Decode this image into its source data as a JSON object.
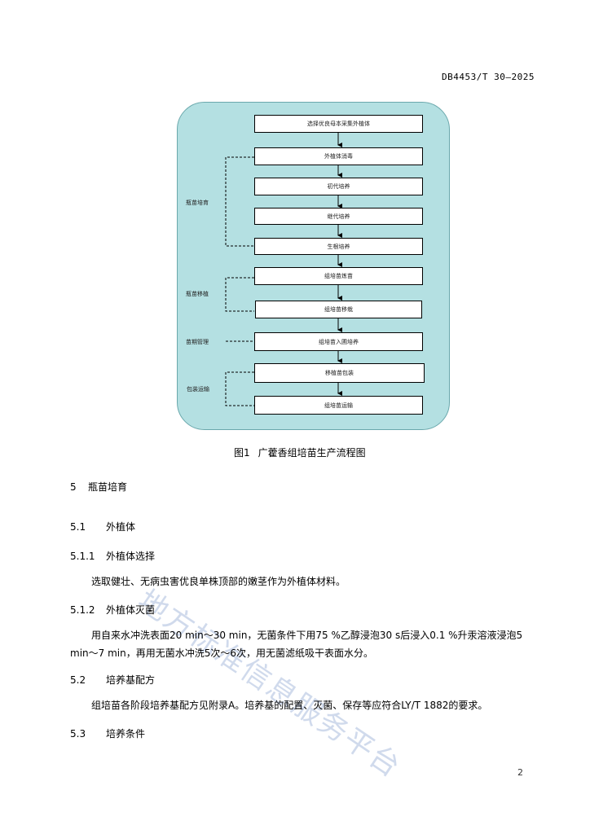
{
  "header": {
    "doc_code": "DB4453/T 30—2025"
  },
  "flowchart": {
    "steps": [
      "选择优良母本采集外植体",
      "外植体消毒",
      "初代培养",
      "继代培养",
      "生根培养",
      "组培苗炼苗",
      "组培苗移栽",
      "组培苗入圃培养",
      "移植苗包装",
      "组培苗运输"
    ],
    "stages": [
      "瓶苗培育",
      "瓶苗移植",
      "苗期管理",
      "包装运输"
    ]
  },
  "figure": {
    "number": "图1",
    "title": "广藿香组培苗生产流程图"
  },
  "sections": {
    "s5": {
      "num": "5",
      "title": "瓶苗培育"
    },
    "s5_1": {
      "num": "5.1",
      "title": "外植体"
    },
    "s5_1_1": {
      "num": "5.1.1",
      "title": "外植体选择",
      "text": "选取健壮、无病虫害优良单株顶部的嫩茎作为外植体材料。"
    },
    "s5_1_2": {
      "num": "5.1.2",
      "title": "外植体灭菌",
      "line1": "用自来水冲洗表面20 min～30 min，无菌条件下用75 %乙醇浸泡30 s后浸入0.1 %升汞溶液浸泡5",
      "line2": "min～7 min，再用无菌水冲洗5次～6次，用无菌滤纸吸干表面水分。"
    },
    "s5_2": {
      "num": "5.2",
      "title": "培养基配方",
      "text": "组培苗各阶段培养基配方见附录A。培养基的配置、灭菌、保存等应符合LY/T 1882的要求。"
    },
    "s5_3": {
      "num": "5.3",
      "title": "培养条件"
    }
  },
  "watermark": "地方标准信息服务平台",
  "page_number": "2"
}
